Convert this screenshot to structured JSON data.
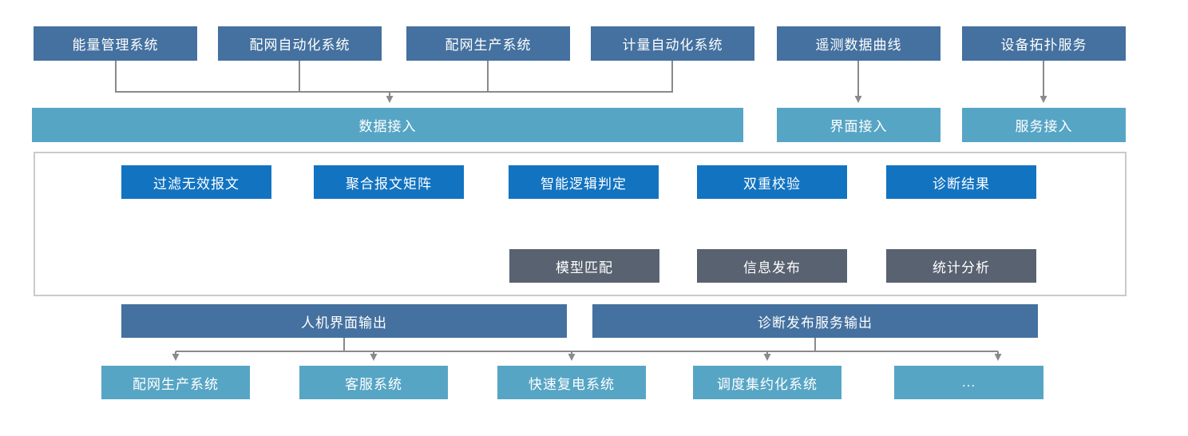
{
  "colors": {
    "steel_blue": "#44719f",
    "teal": "#57a5c5",
    "bright_blue": "#1273c1",
    "slate_gray": "#596270",
    "connector_gray": "#8a8a8a"
  },
  "source_systems": [
    {
      "label": "能量管理系统"
    },
    {
      "label": "配网自动化系统"
    },
    {
      "label": "配网生产系统"
    },
    {
      "label": "计量自动化系统"
    },
    {
      "label": "遥测数据曲线"
    },
    {
      "label": "设备拓扑服务"
    }
  ],
  "access_layer": {
    "data_access": "数据接入",
    "ui_access": "界面接入",
    "service_access": "服务接入"
  },
  "process_flow": [
    {
      "label": "过滤无效报文"
    },
    {
      "label": "聚合报文矩阵"
    },
    {
      "label": "智能逻辑判定"
    },
    {
      "label": "双重校验"
    },
    {
      "label": "诊断结果"
    }
  ],
  "result_modules": [
    {
      "label": "模型匹配"
    },
    {
      "label": "信息发布"
    },
    {
      "label": "统计分析"
    }
  ],
  "output_channels": [
    {
      "label": "人机界面输出"
    },
    {
      "label": "诊断发布服务输出"
    }
  ],
  "target_systems": [
    {
      "label": "配网生产系统"
    },
    {
      "label": "客服系统"
    },
    {
      "label": "快速复电系统"
    },
    {
      "label": "调度集约化系统"
    },
    {
      "label": "..."
    }
  ]
}
